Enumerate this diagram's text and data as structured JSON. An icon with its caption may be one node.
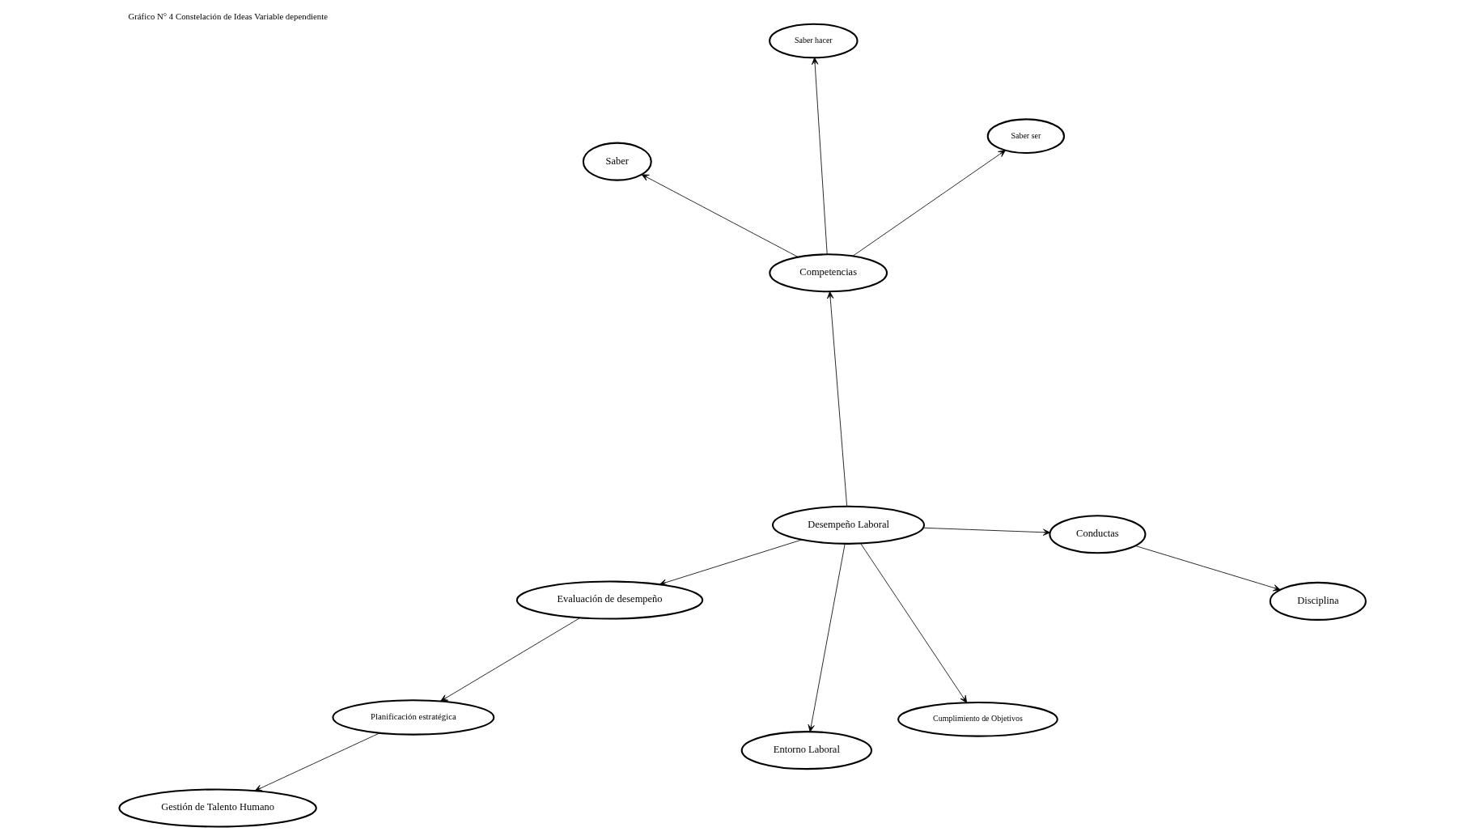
{
  "diagram": {
    "title": "Gráfico N° 4 Constelación de Ideas Variable dependiente",
    "nodes": [
      {
        "text": [
          "Saber hacer"
        ]
      },
      {
        "text": [
          "Saber ser"
        ]
      },
      {
        "text": [
          "Saber"
        ]
      },
      {
        "text": [
          "Competencias"
        ]
      },
      {
        "text": [
          "Disciplina"
        ]
      },
      {
        "text": [
          "Evaluación de desempeño"
        ]
      },
      {
        "text": [
          "Conductas"
        ]
      },
      {
        "text": [
          "Desempeño Laboral"
        ]
      },
      {
        "text": [
          "Planificación estratégica"
        ]
      },
      {
        "text": [
          "Cumplimiento de Objetivos"
        ]
      },
      {
        "text": [
          "Entorno Laboral"
        ]
      },
      {
        "text": [
          "Gestión de Talento Humano"
        ]
      }
    ],
    "edges": [
      {
        "from": 3,
        "to": 2,
        "arrow": "to"
      },
      {
        "from": 3,
        "to": 0,
        "arrow": "to"
      },
      {
        "from": 3,
        "to": 1,
        "arrow": "to"
      },
      {
        "from": 7,
        "to": 3,
        "arrow": "to"
      },
      {
        "from": 6,
        "to": 4,
        "arrow": "to"
      },
      {
        "from": 7,
        "to": 6,
        "arrow": "to"
      },
      {
        "from": 7,
        "to": 5,
        "arrow": "to"
      },
      {
        "from": 5,
        "to": 8,
        "arrow": "to"
      },
      {
        "from": 8,
        "to": 11,
        "arrow": "to"
      },
      {
        "from": 7,
        "to": 10,
        "arrow": "to"
      },
      {
        "from": 7,
        "to": 9,
        "arrow": "to"
      }
    ]
  }
}
